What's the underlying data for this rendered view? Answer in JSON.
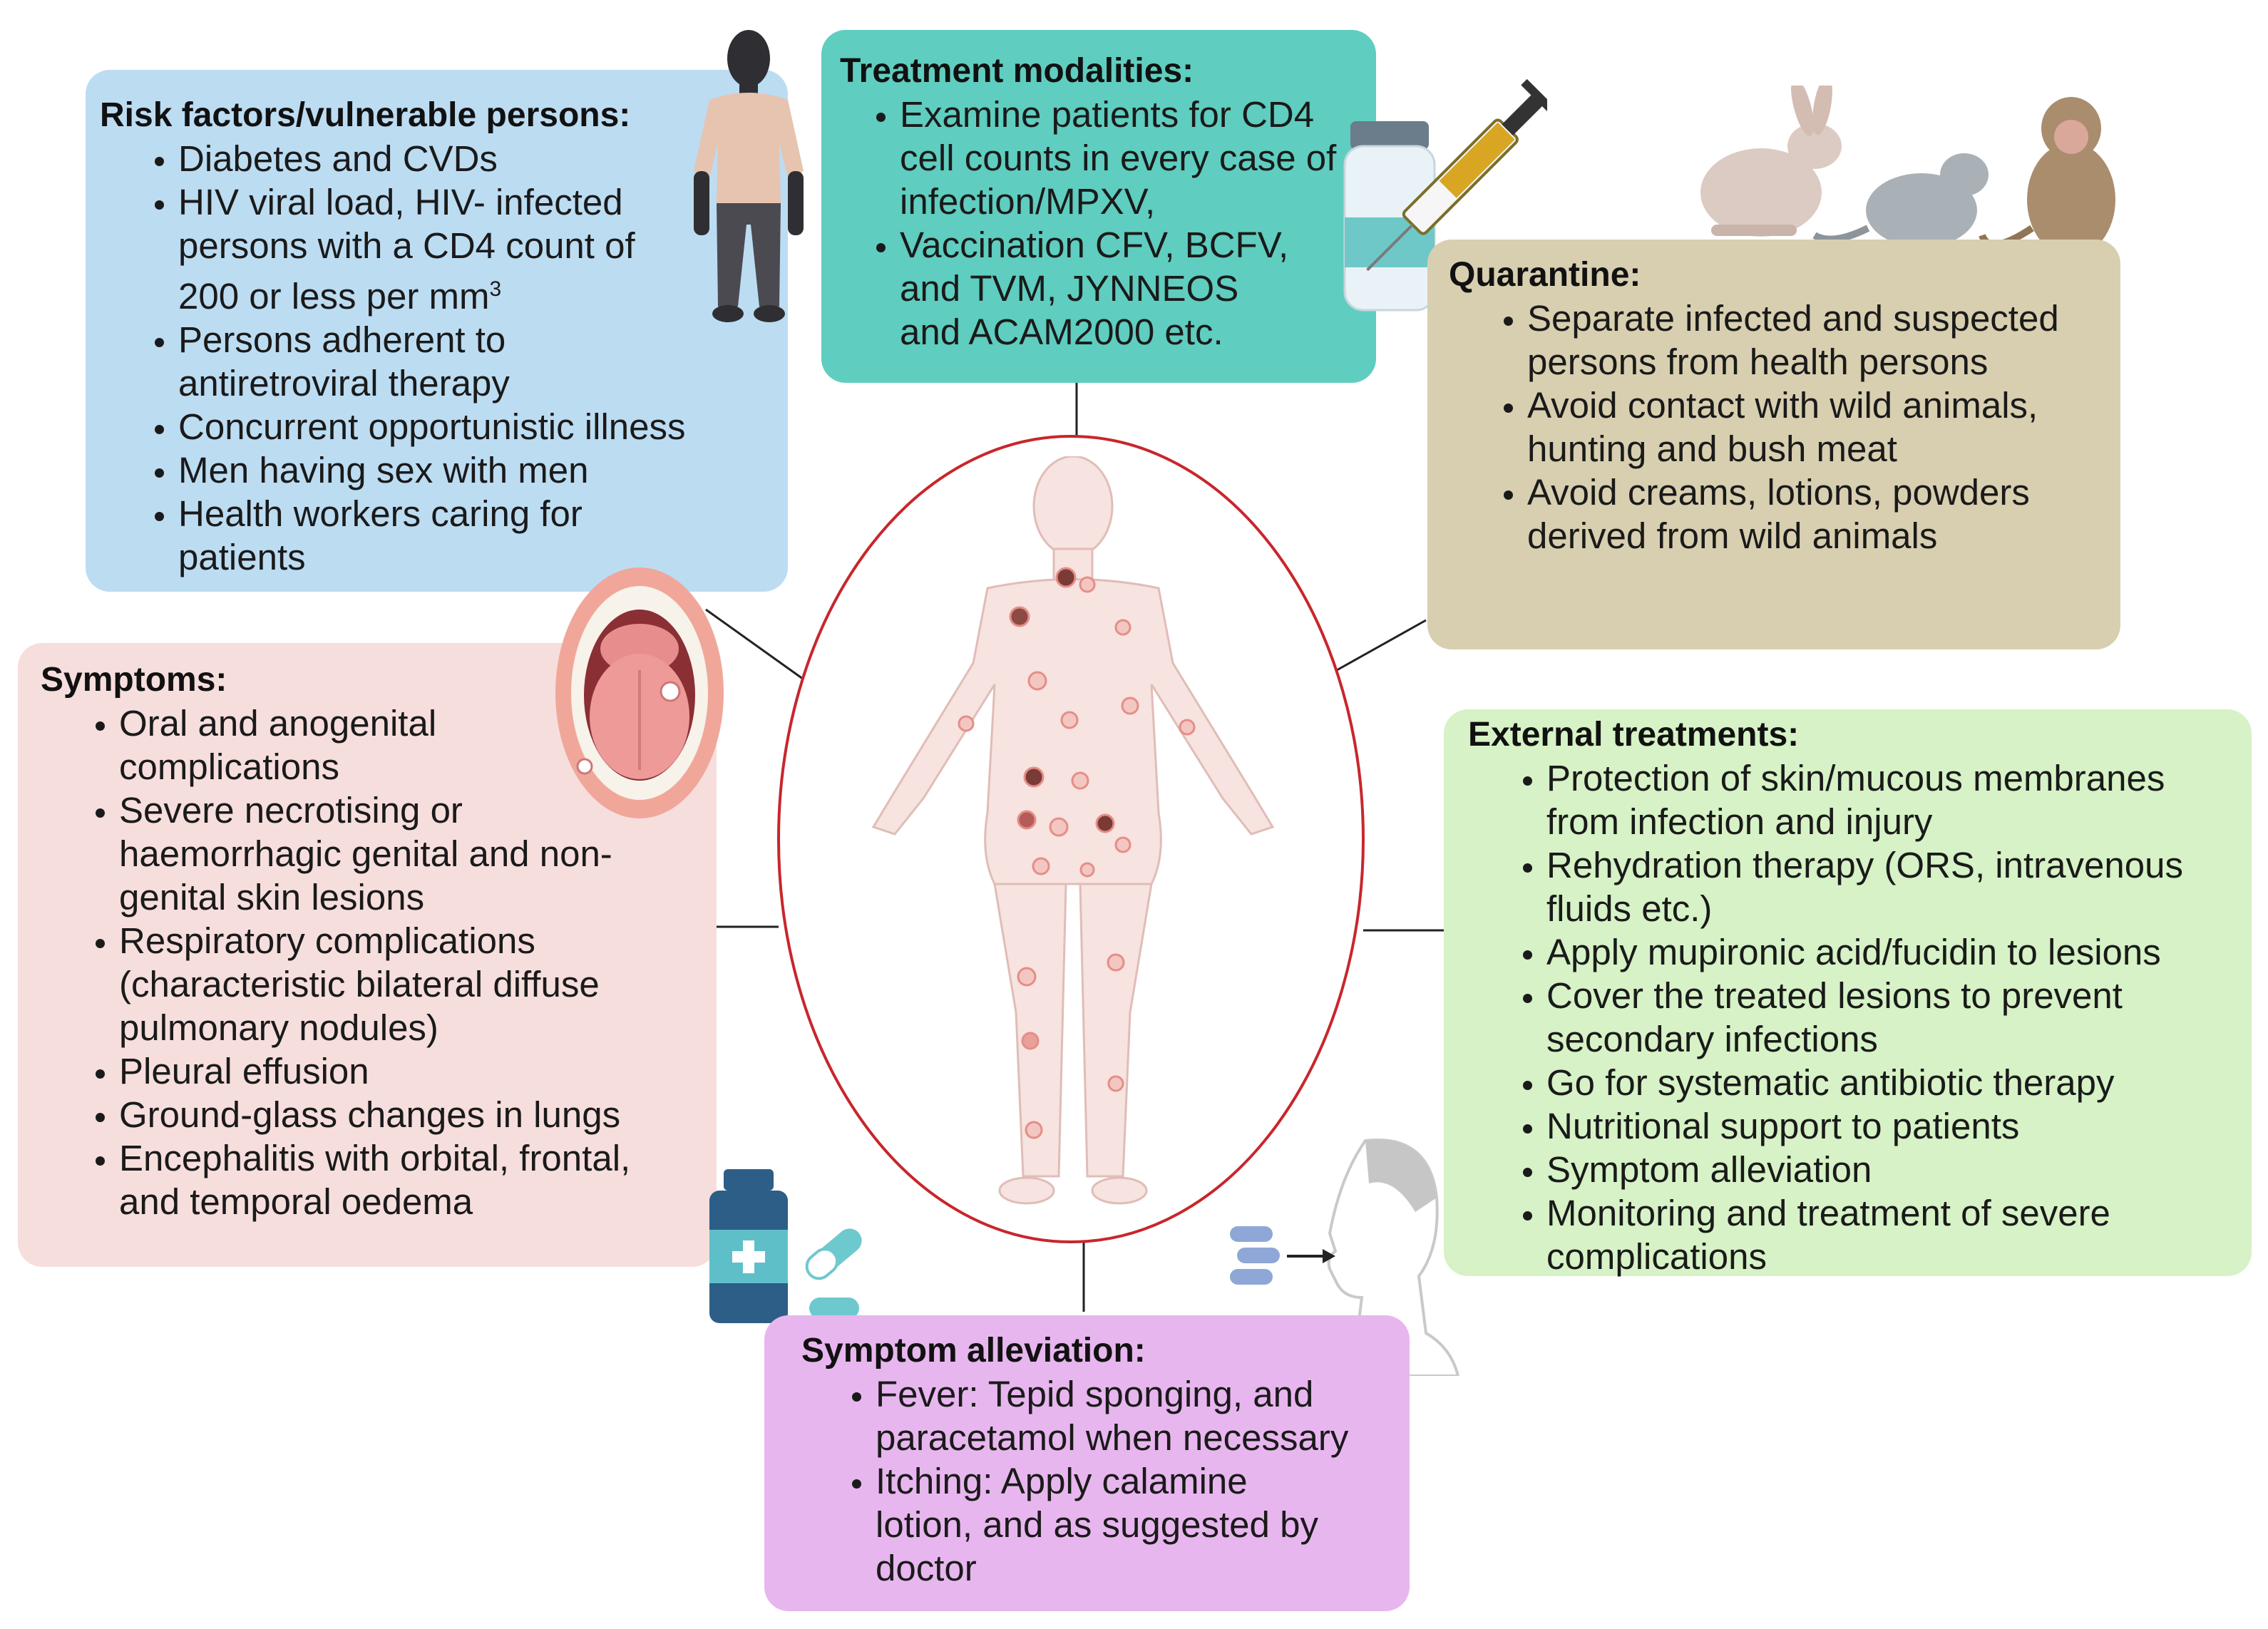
{
  "colors": {
    "risk": "#bcdcf2",
    "treatment": "#5fcdbf",
    "quarantine": "#d8cfb0",
    "symptoms": "#f6dedd",
    "external": "#d6f2c6",
    "alleviation": "#e8b6ee",
    "ellipse": "#c8262c",
    "connector": "#222222"
  },
  "cards": {
    "risk": {
      "title": "Risk factors/vulnerable persons:",
      "items": [
        "Diabetes and CVDs",
        "HIV viral load, HIV- infected persons with a CD4 count of 200 or less per mm",
        "Persons adherent to antiretroviral therapy",
        "Concurrent opportunistic illness",
        "Men having sex with men",
        "Health workers caring for patients"
      ],
      "superscript": "3"
    },
    "treatment": {
      "title": "Treatment modalities:",
      "items": [
        "Examine patients for CD4 cell counts  in every case of infection/MPXV,",
        "Vaccination CFV, BCFV, and TVM, JYNNEOS and ACAM2000  etc."
      ]
    },
    "quarantine": {
      "title": "Quarantine:",
      "items": [
        "Separate infected and suspected  persons from health persons",
        "Avoid contact with wild animals, hunting and bush meat",
        "Avoid creams, lotions, powders derived  from wild animals"
      ]
    },
    "symptoms": {
      "title": "Symptoms:",
      "items": [
        "Oral and anogenital complications",
        "Severe necrotising or haemorrhagic genital and non-genital skin lesions",
        "Respiratory complications (characteristic  bilateral diffuse pulmonary nodules)",
        "Pleural effusion",
        "Ground-glass changes in lungs",
        "Encephalitis with orbital, frontal, and temporal oedema"
      ]
    },
    "external": {
      "title": "External treatments:",
      "items": [
        "Protection of skin/mucous membranes from infection and injury",
        "Rehydration therapy (ORS, intravenous fluids etc.)",
        "Apply mupironic acid/fucidin to lesions",
        "Cover the treated lesions to prevent secondary infections",
        "Go for systematic antibiotic therapy",
        "Nutritional support to patients",
        "Symptom alleviation",
        "Monitoring and treatment of severe complications"
      ]
    },
    "alleviation": {
      "title": "Symptom alleviation:",
      "items": [
        "Fever: Tepid sponging, and paracetamol when necessary",
        "Itching: Apply calamine lotion, and as suggested by doctor"
      ]
    }
  },
  "icons": {
    "person": "standing-person-icon",
    "syringe": "syringe-vial-icon",
    "animals": "wild-animals-icon",
    "mouth": "open-mouth-icon",
    "body": "human-body-lesions-icon",
    "medicine": "medicine-bottle-pills-icon",
    "patient": "patient-taking-pills-icon"
  }
}
